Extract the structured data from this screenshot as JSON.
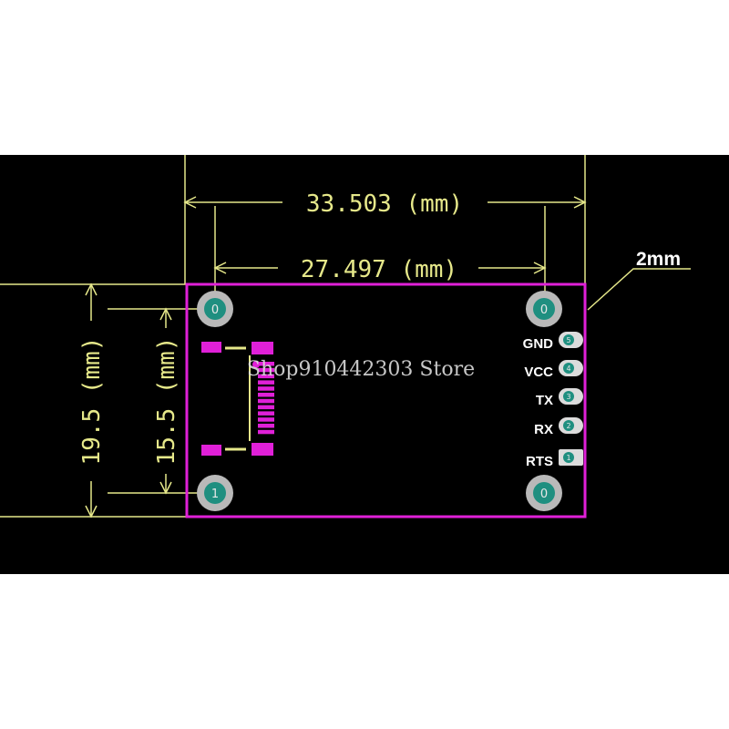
{
  "dimensions": {
    "outer_width": "33.503 (mm)",
    "inner_width": "27.497 (mm)",
    "outer_height": "19.5 (mm)",
    "inner_height": "15.5 (mm)"
  },
  "callout": {
    "label": "2mm"
  },
  "mount_holes": [
    {
      "id": "top-left",
      "label": "0"
    },
    {
      "id": "top-right",
      "label": "0"
    },
    {
      "id": "bottom-left",
      "label": "1"
    },
    {
      "id": "bottom-right",
      "label": "0"
    }
  ],
  "pins": [
    {
      "label": "GND",
      "num": "5"
    },
    {
      "label": "VCC",
      "num": "4"
    },
    {
      "label": "TX",
      "num": "3"
    },
    {
      "label": "RX",
      "num": "2"
    },
    {
      "label": "RTS",
      "num": "1"
    }
  ],
  "watermark": "Shop910442303 Store",
  "colors": {
    "background": "#000000",
    "dimension": "#e6e88a",
    "board_outline": "#e020d8",
    "pad": "#e020d8",
    "hole_ring": "#b9b9b9",
    "hole_center": "#1f8f80"
  }
}
